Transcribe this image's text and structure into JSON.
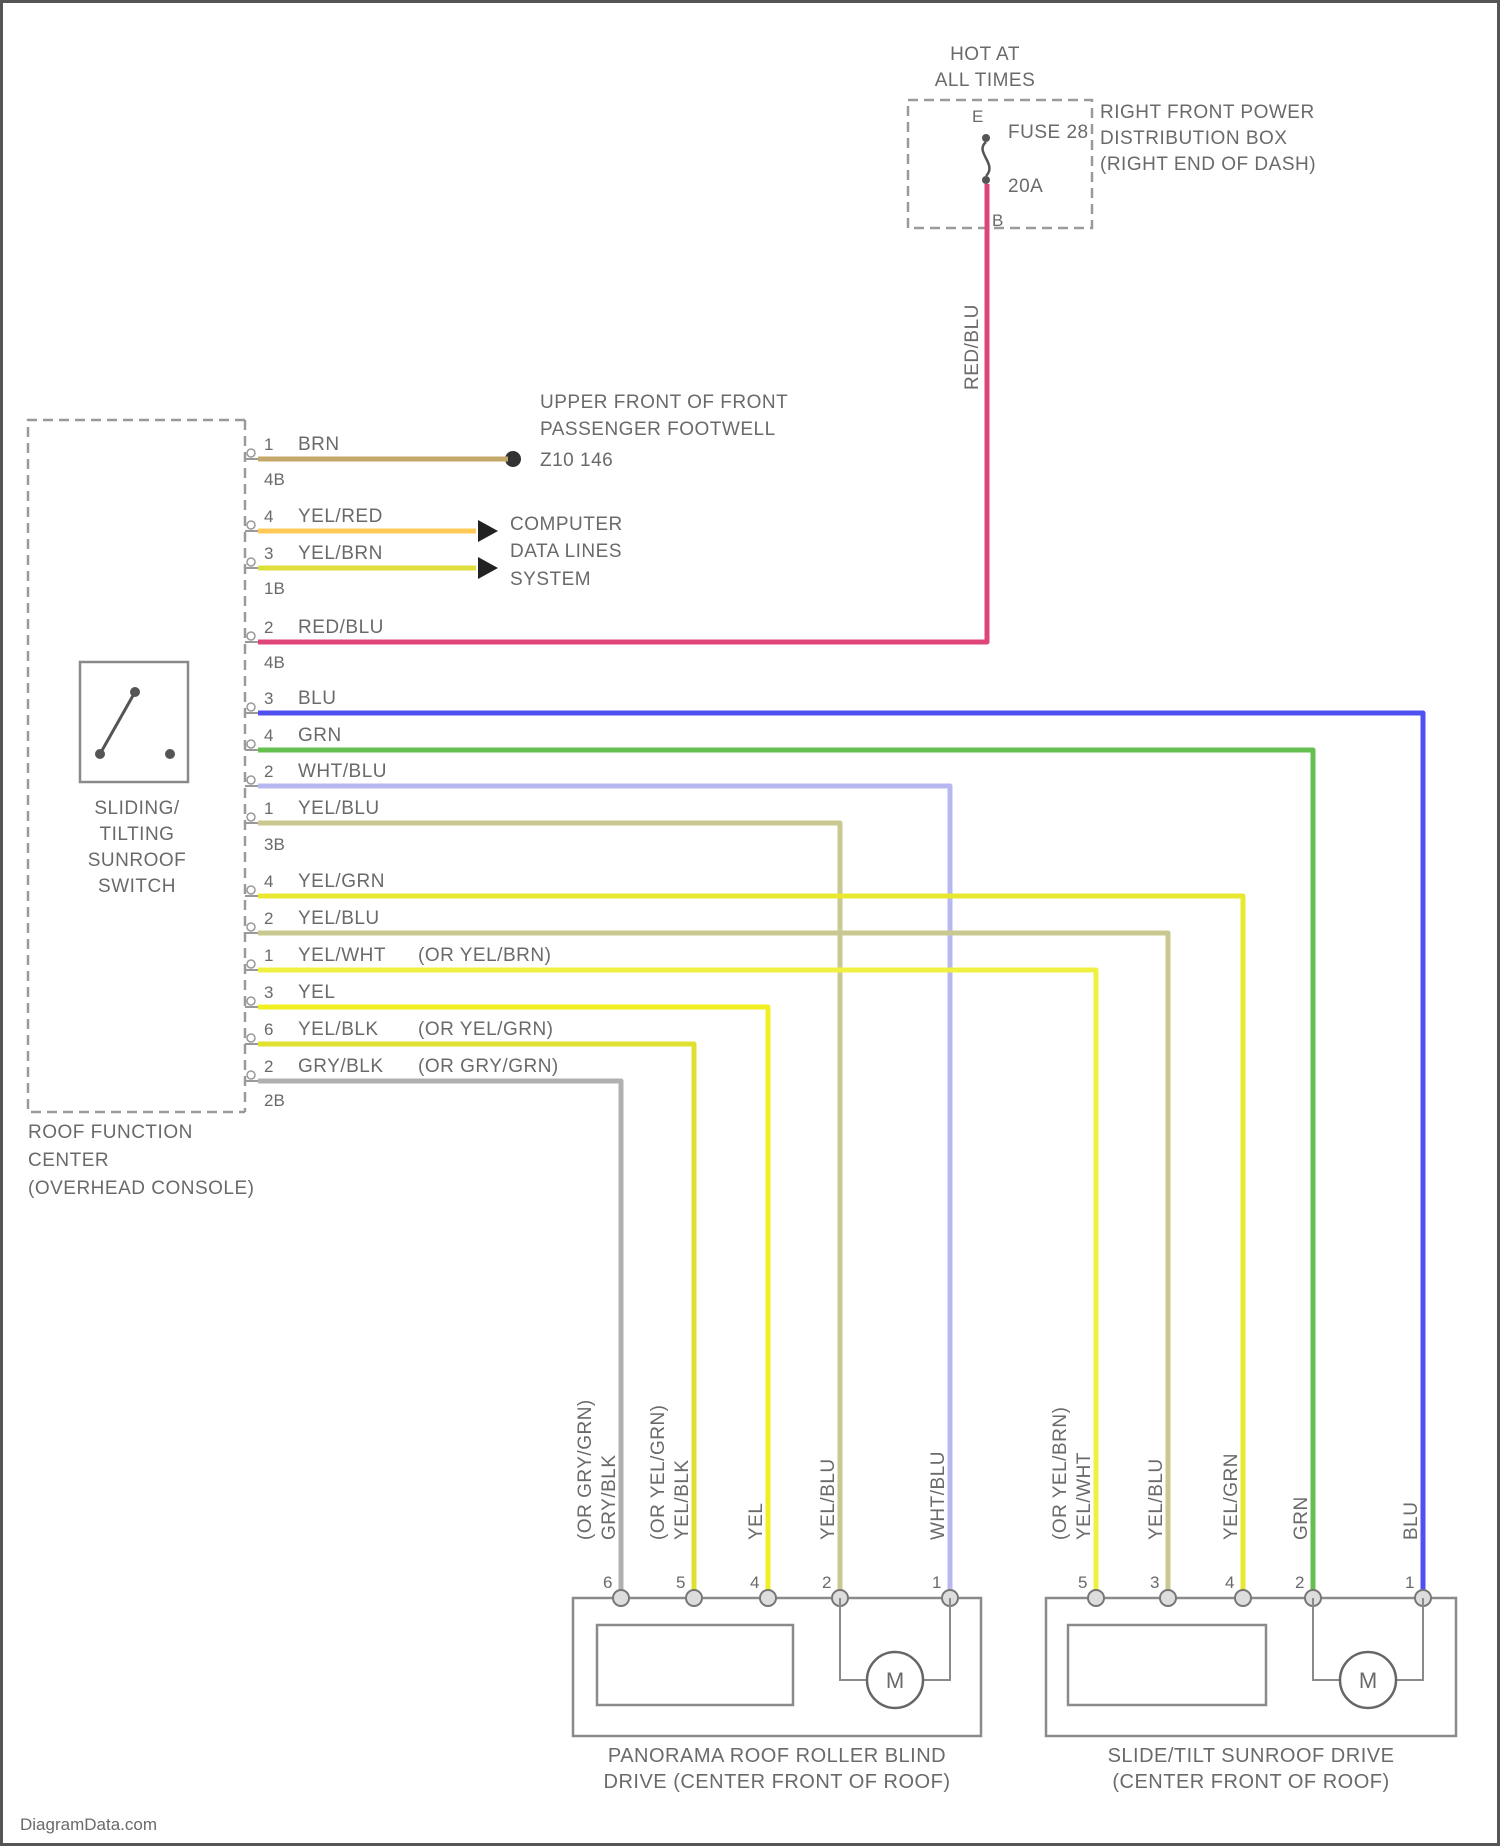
{
  "power": {
    "hot_line1": "HOT AT",
    "hot_line2": "ALL TIMES",
    "fuse_name": "FUSE 28",
    "fuse_rating": "20A",
    "pin_in": "E",
    "pin_out": "B",
    "box_line1": "RIGHT FRONT POWER",
    "box_line2": "DISTRIBUTION BOX",
    "box_line3": "(RIGHT END OF DASH)",
    "feed_wire": "RED/BLU"
  },
  "ground": {
    "line1": "UPPER FRONT OF FRONT",
    "line2": "PASSENGER FOOTWELL",
    "ref": "Z10 146"
  },
  "data_lines": {
    "line1": "COMPUTER",
    "line2": "DATA LINES",
    "line3": "SYSTEM"
  },
  "module": {
    "line1": "ROOF FUNCTION",
    "line2": "CENTER",
    "line3": "(OVERHEAD CONSOLE)"
  },
  "switch": {
    "line1": "SLIDING/",
    "line2": "TILTING",
    "line3": "SUNROOF",
    "line4": "SWITCH"
  },
  "connectors": [
    "4B",
    "1B",
    "4B",
    "3B",
    "2B"
  ],
  "wires": [
    {
      "pin": "1",
      "label": "BRN",
      "color": "#c4a86a"
    },
    {
      "pin": "4",
      "label": "YEL/RED",
      "color": "#ffc857"
    },
    {
      "pin": "3",
      "label": "YEL/BRN",
      "color": "#dede3c"
    },
    {
      "pin": "2",
      "label": "RED/BLU",
      "color": "#e0457a"
    },
    {
      "pin": "3",
      "label": "BLU",
      "color": "#5050f0"
    },
    {
      "pin": "4",
      "label": "GRN",
      "color": "#66c050"
    },
    {
      "pin": "2",
      "label": "WHT/BLU",
      "color": "#b8b8f0"
    },
    {
      "pin": "1",
      "label": "YEL/BLU",
      "color": "#c8c890"
    },
    {
      "pin": "4",
      "label": "YEL/GRN",
      "color": "#e8e830"
    },
    {
      "pin": "2",
      "label": "YEL/BLU",
      "color": "#c8c890"
    },
    {
      "pin": "1",
      "label": "YEL/WHT",
      "alt": "(OR YEL/BRN)",
      "color": "#f0f040"
    },
    {
      "pin": "3",
      "label": "YEL",
      "color": "#f0f020"
    },
    {
      "pin": "6",
      "label": "YEL/BLK",
      "alt": "(OR YEL/GRN)",
      "color": "#e0e030"
    },
    {
      "pin": "2",
      "label": "GRY/BLK",
      "alt": "(OR GRY/GRN)",
      "color": "#b0b0b0"
    }
  ],
  "blind_drive": {
    "line1": "PANORAMA ROOF ROLLER BLIND",
    "line2": "DRIVE (CENTER FRONT OF ROOF)",
    "pins": [
      {
        "pin": "6",
        "label": "GRY/BLK",
        "alt": "(OR GRY/GRN)"
      },
      {
        "pin": "5",
        "label": "YEL/BLK",
        "alt": "(OR YEL/GRN)"
      },
      {
        "pin": "4",
        "label": "YEL"
      },
      {
        "pin": "2",
        "label": "YEL/BLU"
      },
      {
        "pin": "1",
        "label": "WHT/BLU"
      }
    ]
  },
  "sunroof_drive": {
    "line1": "SLIDE/TILT SUNROOF DRIVE",
    "line2": "(CENTER FRONT OF ROOF)",
    "pins": [
      {
        "pin": "5",
        "label": "YEL/WHT",
        "alt": "(OR YEL/BRN)"
      },
      {
        "pin": "3",
        "label": "YEL/BLU"
      },
      {
        "pin": "4",
        "label": "YEL/GRN"
      },
      {
        "pin": "2",
        "label": "GRN"
      },
      {
        "pin": "1",
        "label": "BLU"
      }
    ]
  },
  "motor_symbol": "M",
  "watermark": "DiagramData.com"
}
